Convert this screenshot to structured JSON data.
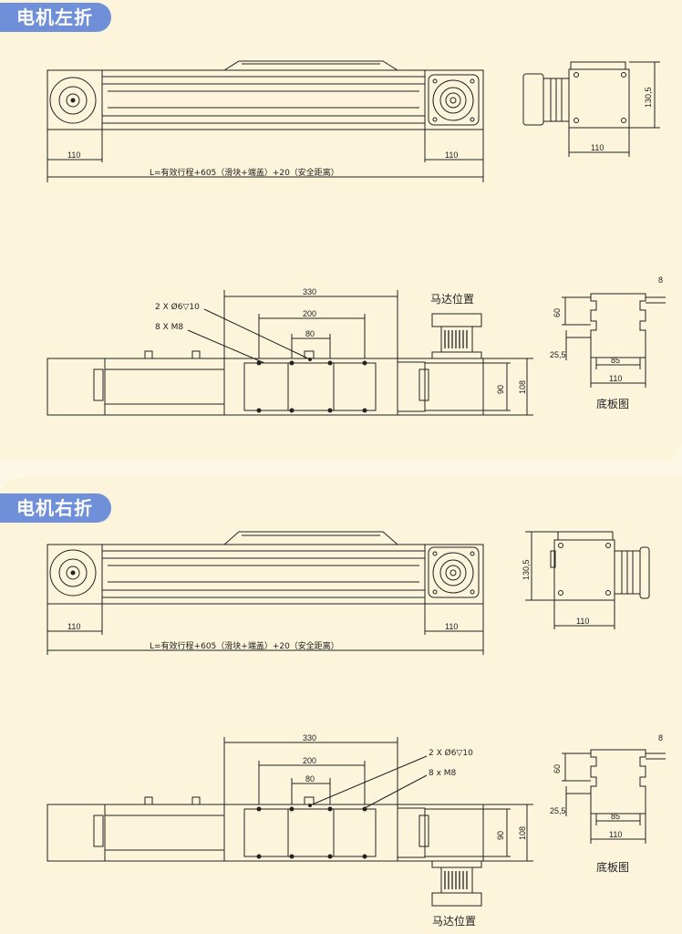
{
  "sections": [
    {
      "title": "电机左折",
      "formula": "L=有效行程+605（滑块+端盖）+20（安全距离）",
      "dims": {
        "left_end": "110",
        "right_end": "110",
        "side_height": "130,5",
        "side_width": "110",
        "slot_dim_a": "330",
        "slot_dim_b": "200",
        "slot_dim_c": "80",
        "height_outer": "108",
        "height_inner": "90",
        "holes_pin": "2 X Ø6▽10",
        "holes_thread": "8 X M8",
        "motor_label": "马达位置",
        "base_top": "8",
        "base_60": "60",
        "base_255": "25,5",
        "base_85": "85",
        "base_110": "110",
        "base_label": "底板图"
      }
    },
    {
      "title": "电机右折",
      "formula": "L=有效行程+605（滑块+端盖）+20（安全距离）",
      "dims": {
        "left_end": "110",
        "right_end": "110",
        "side_height": "130,5",
        "side_width": "110",
        "slot_dim_a": "330",
        "slot_dim_b": "200",
        "slot_dim_c": "80",
        "height_outer": "108",
        "height_inner": "90",
        "holes_pin": "2 X Ø6▽10",
        "holes_thread": "8 x  M8",
        "motor_label": "马达位置",
        "base_top": "8",
        "base_60": "60",
        "base_255": "25,5",
        "base_85": "85",
        "base_110": "110",
        "base_label": "底板图"
      }
    }
  ]
}
